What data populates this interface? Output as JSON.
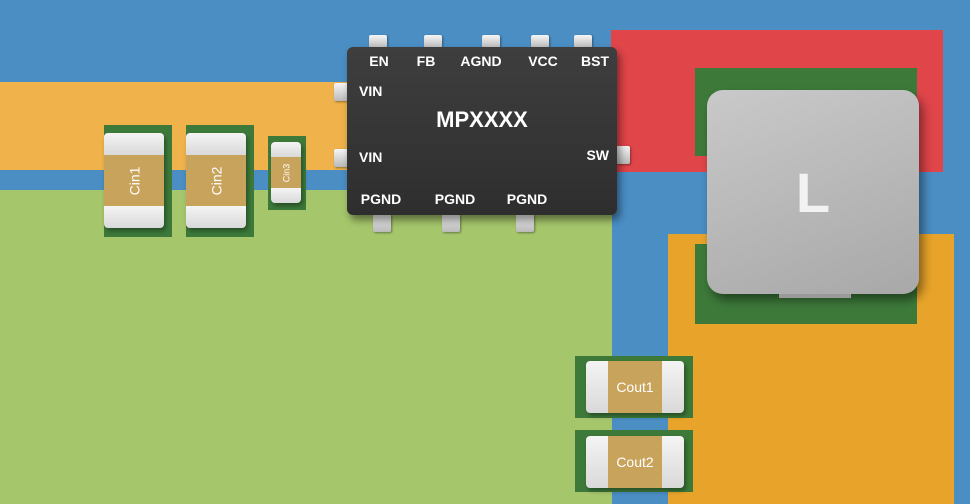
{
  "ic": {
    "name": "MPXXXX",
    "top_pins": [
      "EN",
      "FB",
      "AGND",
      "VCC",
      "BST"
    ],
    "left_pins": [
      "VIN",
      "VIN"
    ],
    "right_pin": "SW",
    "bottom_pins": [
      "PGND",
      "PGND",
      "PGND"
    ]
  },
  "input_caps": [
    "Cin1",
    "Cin2",
    "Cin3"
  ],
  "output_caps": [
    "Cout1",
    "Cout2"
  ],
  "inductor": {
    "label": "L"
  },
  "colors": {
    "board": "#4a8ec4",
    "vin_trace": "#f0b24a",
    "sw_trace": "#e0454a",
    "gnd_plane": "#a6c66c",
    "vout_plane": "#e8a42a",
    "pad": "#3d7a3a",
    "ic_body": "#333333",
    "cap_body": "#c8a35c"
  }
}
